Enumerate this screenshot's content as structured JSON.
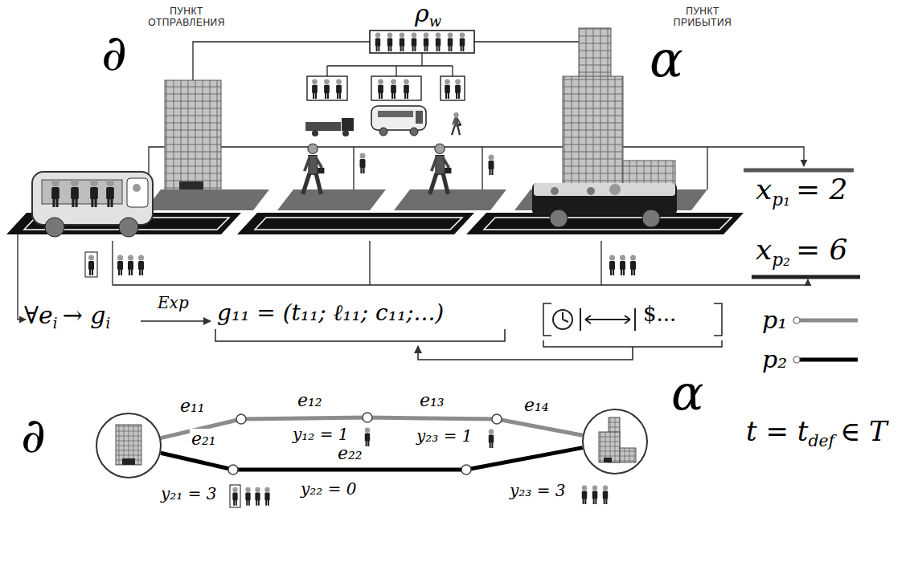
{
  "diagram": {
    "nodes": [
      {
        "text": [
          "∂"
        ]
      },
      {
        "text": [
          "α"
        ]
      }
    ],
    "edges": [
      {
        "from": 0,
        "to": 1,
        "arrow": "none"
      },
      {
        "from": 0,
        "to": 1,
        "arrow": "none"
      }
    ],
    "labels": [
      "ПУНКТ ОТПРАВЛЕНИЯ",
      "ПУНКТ ПРИБЫТИЯ",
      "ρ",
      "w",
      "∂",
      "α",
      "x",
      "p₁",
      "= 2",
      "x",
      "p₂",
      "= 6",
      "∀e",
      "i",
      "→ g",
      "i",
      "Exp",
      "g₁₁ = (t₁₁; ℓ₁₁; c₁₁;...)",
      "$...",
      "t = t",
      "def",
      "∈ T",
      "e₁₁",
      "e₁₂",
      "e₁₃",
      "e₁₄",
      "e₂₁",
      "e₂₂",
      "y₁₂ = 1",
      "y₂₃ = 1",
      "y₂₁ = 3",
      "y₂₂ = 0",
      "y₂₃ = 3"
    ],
    "legend": [
      {
        "text": "p₁"
      },
      {
        "text": "p₂"
      }
    ]
  }
}
